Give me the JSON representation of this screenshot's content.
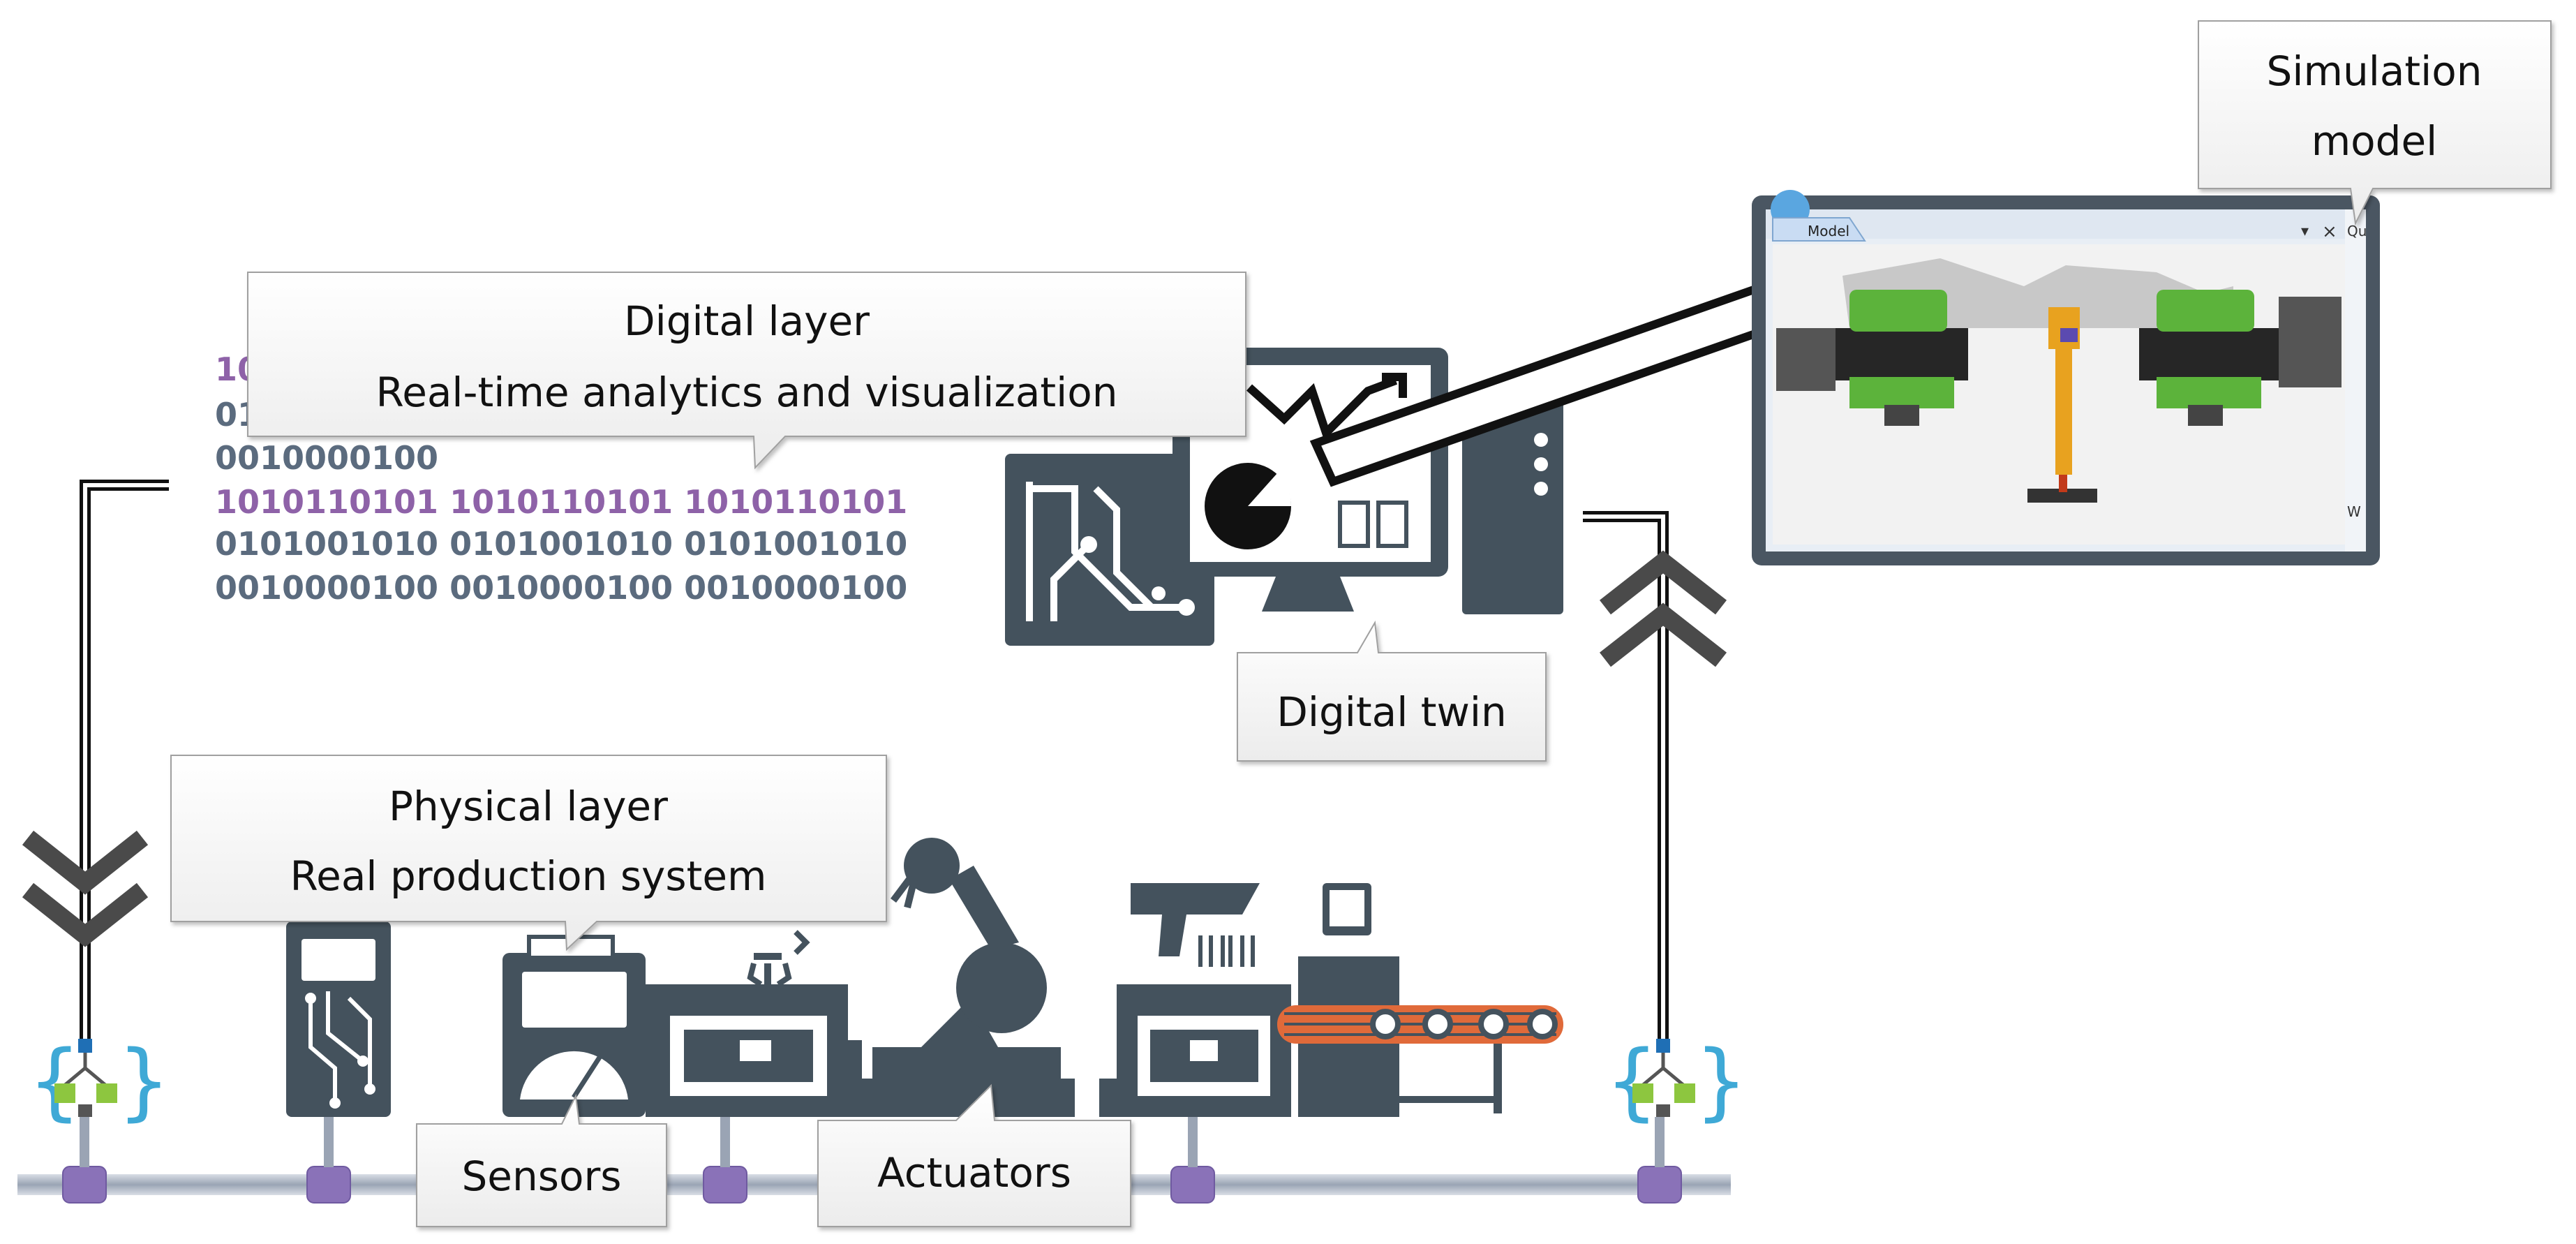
{
  "callouts": {
    "digital_layer": {
      "line1": "Digital layer",
      "line2": "Real-time analytics and visualization"
    },
    "physical_layer": {
      "line1": "Physical layer",
      "line2": "Real production system"
    },
    "digital_twin": "Digital twin",
    "simulation_model": {
      "line1": "Simulation",
      "line2": "model"
    },
    "sensors": "Sensors",
    "actuators": "Actuators"
  },
  "binary_stream": {
    "row1": "10",
    "row2": "01",
    "row3": "0010000100",
    "row4": "1010110101 1010110101 1010110101",
    "row5": "0101001010 0101001010 0101001010",
    "row6": "0010000100 0010000100 0010000100"
  },
  "simulation_window": {
    "tab_label": "Model",
    "side_label_top": "Qu",
    "side_label_bottom": "W"
  },
  "colors": {
    "machine": "#44525d",
    "binary_purple": "#8e62a8",
    "binary_slate": "#5b6b7e",
    "pipe": "#a3acb9",
    "coupling": "#8a72b8",
    "conveyor_orange": "#e06a3a",
    "chevron": "#4a4a4a",
    "window_frame": "#4a5662"
  }
}
